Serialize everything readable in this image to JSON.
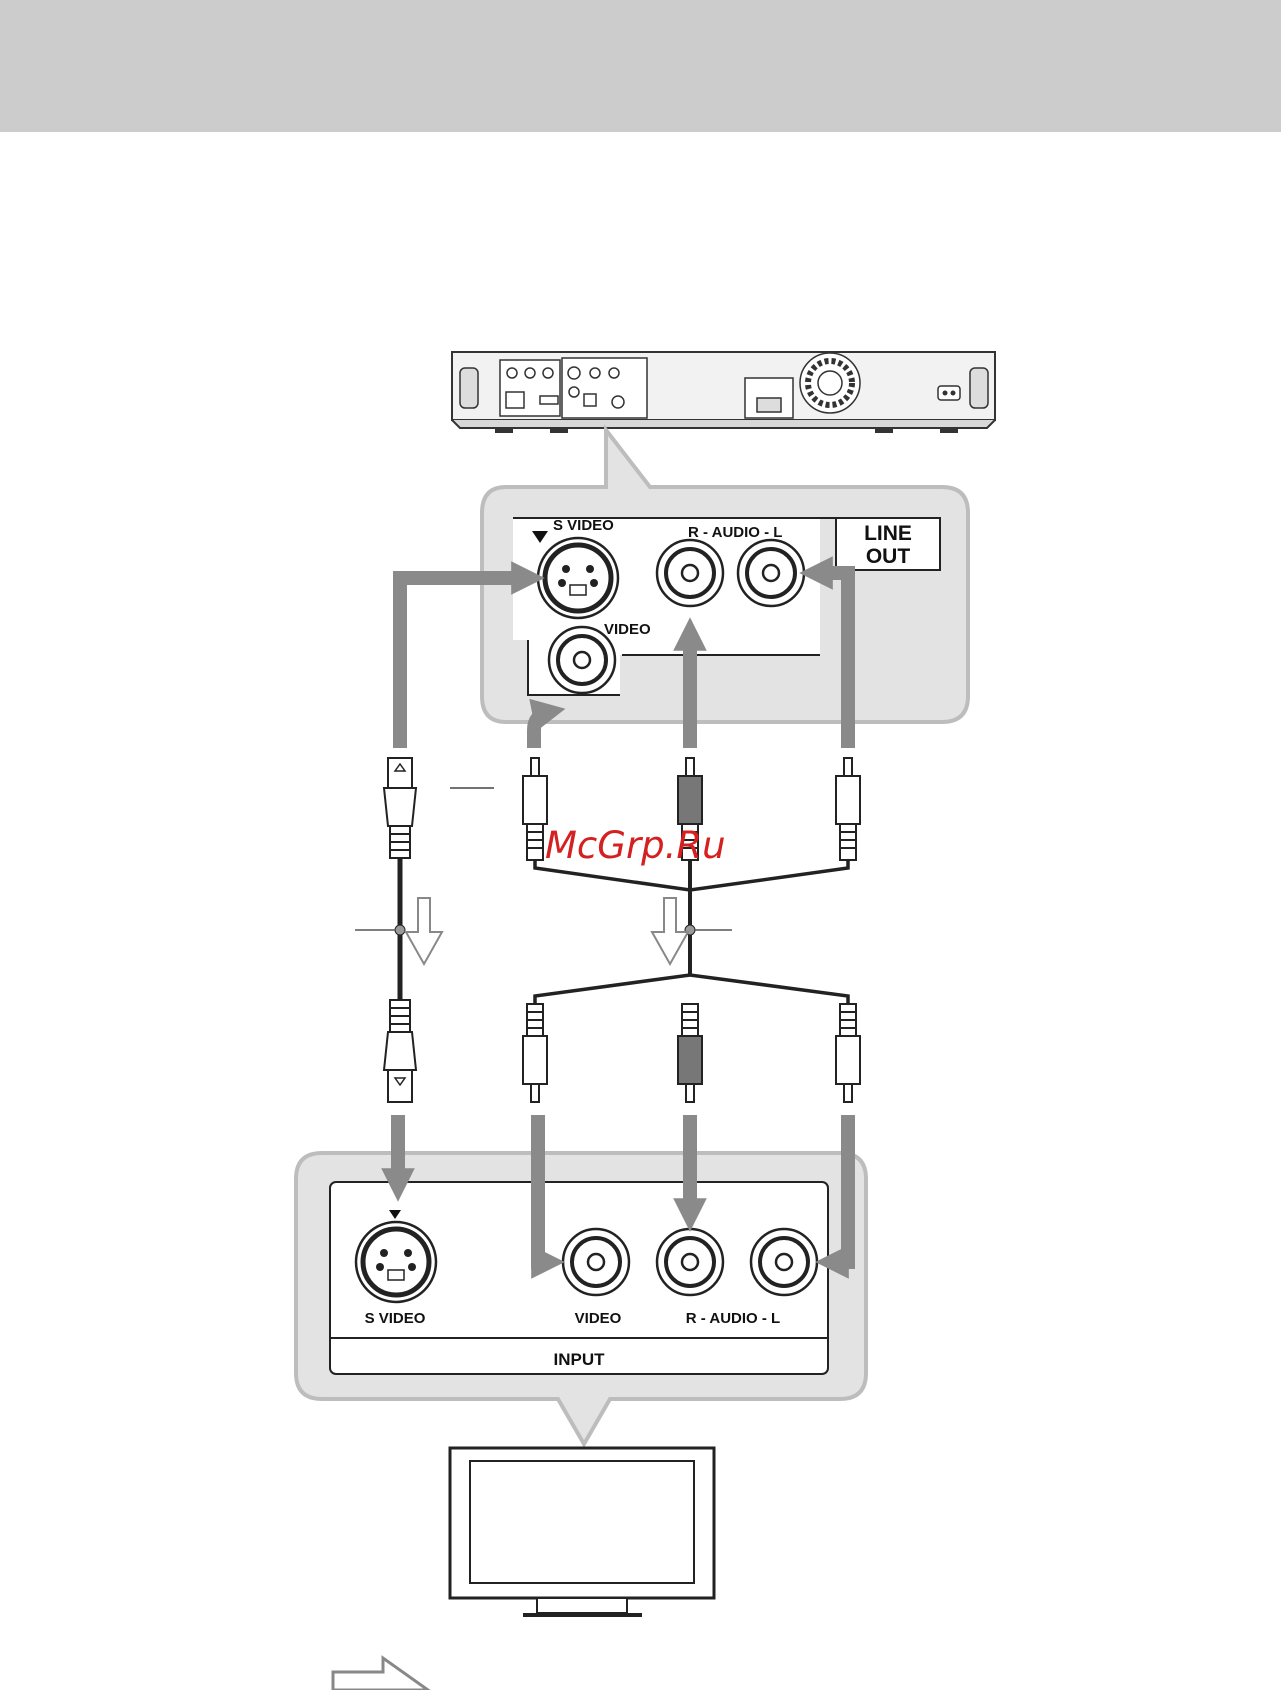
{
  "player_panel": {
    "s_video_label": "S VIDEO",
    "audio_label": "R - AUDIO - L",
    "line_out_line1": "LINE",
    "line_out_line2": "OUT",
    "video_label": "VIDEO"
  },
  "tv_panel": {
    "s_video_label": "S VIDEO",
    "video_label": "VIDEO",
    "audio_label": "R - AUDIO - L",
    "input_label": "INPUT"
  },
  "watermark": "McGrp.Ru",
  "colors": {
    "header_band": "#cccccc",
    "panel_fill": "#e3e3e3",
    "panel_border": "#bdbdbd",
    "arrow_gray": "#8a8a8a",
    "watermark": "#d42020"
  }
}
